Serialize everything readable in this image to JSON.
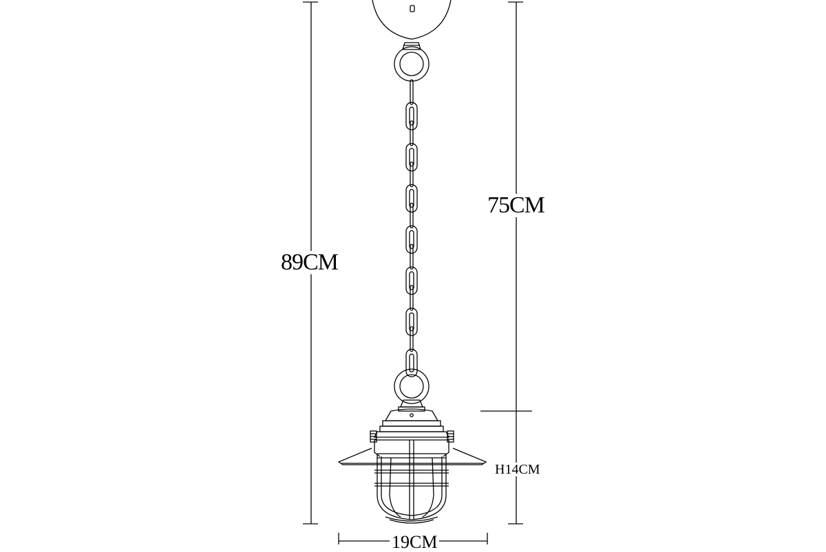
{
  "dimensions": {
    "total_height": "89CM",
    "chain_length": "75CM",
    "shade_height": "H14CM",
    "shade_width": "19CM"
  },
  "colors": {
    "line": "#000000",
    "background": "#ffffff"
  }
}
